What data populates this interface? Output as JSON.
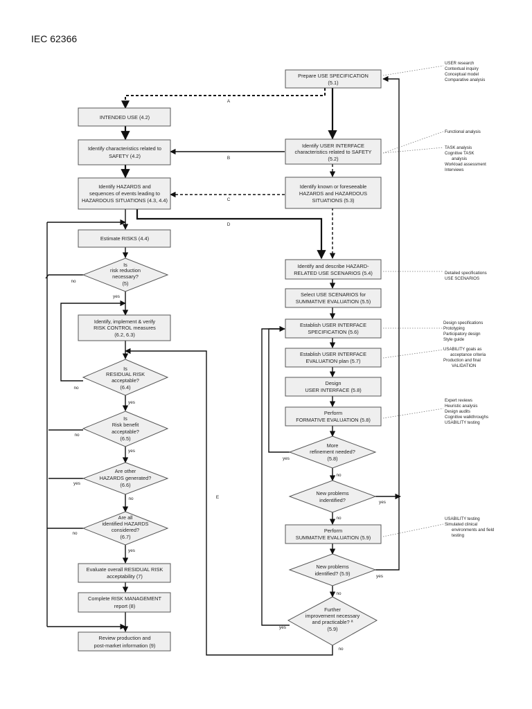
{
  "title": "IEC 62366",
  "nodes": {
    "prepare": [
      "Prepare USE SPECIFICATION",
      "(5.1)"
    ],
    "intended": [
      "INTENDED USE  (4.2)"
    ],
    "identchar": [
      "Identify characteristics related to",
      "SAFETY (4.2)"
    ],
    "identui": [
      "Identify USER INTERFACE",
      "characteristics related to SAFETY",
      "(5.2)"
    ],
    "hazseq": [
      "Identify HAZARDS and",
      "sequences of events leading to",
      "HAZARDOUS SITUATIONS (4.3, 4.4)"
    ],
    "known": [
      "Identify known or foreseeable",
      "HAZARDS and HAZARDOUS",
      "SITUATIONS  (5.3)"
    ],
    "estimate": [
      "Estimate RISKS (4.4)"
    ],
    "riskred": [
      "Is",
      "risk reduction",
      "necessary?",
      "(5)"
    ],
    "implement": [
      "Identify, implement & verify",
      "RISK CONTROL measures",
      "(6.2, 6.3)"
    ],
    "residual": [
      "Is",
      "RESIDUAL RISK",
      "acceptable?",
      "(6.4)"
    ],
    "benefit": [
      "Is",
      "Risk benefit",
      "acceptable?",
      "(6.5)"
    ],
    "other": [
      "Are other",
      "HAZARDS generated?",
      "(6.6)"
    ],
    "allhaz": [
      "Are all",
      "identified HAZARDS",
      "considered?",
      "(6.7)"
    ],
    "overall": [
      "Evaluate overall RESIDUAL RISK",
      "acceptability (7)"
    ],
    "report": [
      "Complete RISK MANAGEMENT",
      "report (8)"
    ],
    "review": [
      "Review production and",
      "post-market information (9)"
    ],
    "describe": [
      "Identify and describe HAZARD-",
      "RELATED USE SCENARIOS  (5.4)"
    ],
    "select": [
      "Select USE SCENARIOS for",
      "SUMMATIVE EVALUATION (5.5)"
    ],
    "estspec": [
      "Establish USER INTERFACE",
      "SPECIFICATION  (5.6)"
    ],
    "estplan": [
      "Establish USER INTERFACE",
      "EVALUATION plan  (5.7)"
    ],
    "design": [
      "Design",
      "USER INTERFACE  (5.8)"
    ],
    "formative": [
      "Perform",
      "FORMATIVE EVALUATION  (5.8)"
    ],
    "refine": [
      "More",
      "refinement needed?",
      "(5.8)"
    ],
    "newprob1": [
      "New problems",
      "indentified?"
    ],
    "summative": [
      "Perform",
      "SUMMATIVE EVALUATION (5.9)"
    ],
    "newprob2": [
      "New problems",
      "identified? (5.9)"
    ],
    "further": [
      "Further",
      "improvement necessary",
      "and practicable? ª",
      "(5.9)"
    ]
  },
  "connectors": {
    "A": "A",
    "B": "B",
    "C": "C",
    "D": "D",
    "E": "E",
    "yes": "yes",
    "no": "no"
  },
  "side_notes": {
    "user_research": [
      "USER research",
      "Contextual inquiry",
      "Conceptual model",
      "Comparative analysis"
    ],
    "functional": [
      "Functional analysis"
    ],
    "task": [
      "TASK analysis",
      "Cognitive TASK",
      "analysis",
      "Workload assessment",
      "Interviews"
    ],
    "detailed": [
      "Detailed specifications",
      "USE SCENARIOS"
    ],
    "design_spec": [
      "Design specifications",
      "Prototyping",
      "Participatory design",
      "Style guide"
    ],
    "usability_goals": [
      "USABILITY goals as",
      "acceptance criteria",
      "Production and final",
      "VALIDATION"
    ],
    "expert": [
      "Expert reviews",
      "Heuristic analysis",
      "Design audits",
      "Cognitive walkthroughs",
      "USABILITY testing"
    ],
    "usability_test": [
      "USABILITY testing",
      "Simulated clinical",
      "environments and field",
      "testing"
    ]
  }
}
